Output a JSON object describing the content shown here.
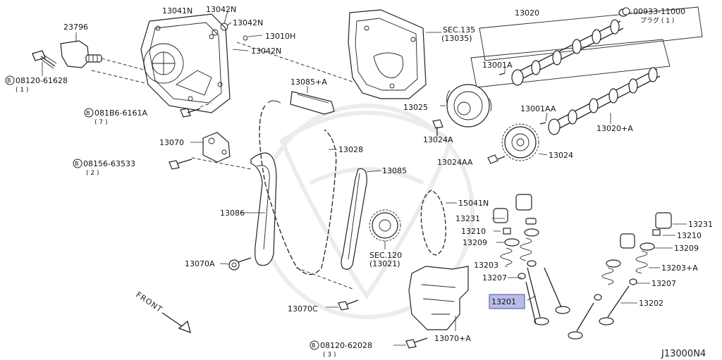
{
  "diagram": {
    "footer_code": "J13000N4",
    "front_label": "FRONT",
    "highlighted_part": "13201",
    "highlight_color": "#b9bde8",
    "labels": {
      "p23796": "23796",
      "p13041N": "13041N",
      "p13042N_a": "13042N",
      "p13042N_b": "13042N",
      "p13010H": "13010H",
      "p13042N_c": "13042N",
      "b08120_61628": "08120-61628",
      "b08120_61628_qty": "( 1 )",
      "b081B6_6161A": "081B6-6161A",
      "b081B6_6161A_qty": "( 7 )",
      "p13070": "13070",
      "b08156_63533": "08156-63533",
      "b08156_63533_qty": "( 2 )",
      "p13086": "13086",
      "p13070A": "13070A",
      "p13085A": "13085+A",
      "p13028": "13028",
      "p13085": "13085",
      "sec135": "SEC.135",
      "sec135_code": "(13035)",
      "p13025": "13025",
      "p13024A": "13024A",
      "p13024AA": "13024AA",
      "p13024": "13024",
      "p13020": "13020",
      "p00933": "00933-11000",
      "plug_jp": "プラグ ( 1 )",
      "p13001A": "13001A",
      "p13001AA": "13001AA",
      "p13020A": "13020+A",
      "p15041N": "15041N",
      "p13231_l": "13231",
      "p13210_l": "13210",
      "p13209_l": "13209",
      "p13203_l": "13203",
      "p13207_l": "13207",
      "p13201": "13201",
      "p13231_r": "13231",
      "p13210_r": "13210",
      "p13209_r": "13209",
      "p13203A": "13203+A",
      "p13207_r": "13207",
      "p13202": "13202",
      "sec120": "SEC.120",
      "sec120_code": "(13021)",
      "p13070C": "13070C",
      "p13070A_plus": "13070+A",
      "b08120_62028": "08120-62028",
      "b08120_62028_qty": "( 3 )",
      "bolt_prefix": "B"
    }
  }
}
